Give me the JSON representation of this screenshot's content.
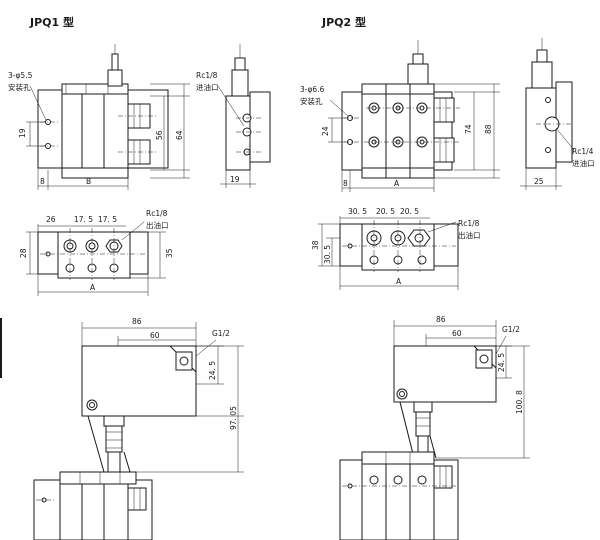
{
  "titles": {
    "jpq1": "JPQ1 型",
    "jpq2": "JPQ2 型"
  },
  "jpq1": {
    "mount_hole": "3-φ5.5",
    "mount_hole_note": "安装孔",
    "inlet": "Rc1/8",
    "inlet_note": "进油口",
    "outlet": "Rc1/8",
    "outlet_note": "出油口",
    "dim_19_left": "19",
    "dim_8": "8",
    "dim_B": "B",
    "dim_56": "56",
    "dim_64": "64",
    "dim_19_side": "19",
    "dim_26": "26",
    "dim_17_5_a": "17. 5",
    "dim_17_5_b": "17. 5",
    "dim_28": "28",
    "dim_35": "35",
    "dim_A_top": "A",
    "dim_86": "86",
    "dim_60": "60",
    "g_port": "G1/2",
    "dim_24_5": "24. 5",
    "dim_97_05": "97. 05"
  },
  "jpq2": {
    "mount_hole": "3-φ6.6",
    "mount_hole_note": "安装孔",
    "inlet": "Rc1/4",
    "inlet_note": "进油口",
    "outlet": "Rc1/8",
    "outlet_note": "出油口",
    "dim_24": "24",
    "dim_8": "8",
    "dim_A_front": "A",
    "dim_74": "74",
    "dim_88": "88",
    "dim_25": "25",
    "dim_30_5": "30. 5",
    "dim_20_5_a": "20. 5",
    "dim_20_5_b": "20. 5",
    "dim_38": "38",
    "dim_30_5_v": "30. 5",
    "dim_A_top": "A",
    "dim_86": "86",
    "dim_60": "60",
    "g_port": "G1/2",
    "dim_24_5": "24. 5",
    "dim_100_8": "100. 8"
  }
}
